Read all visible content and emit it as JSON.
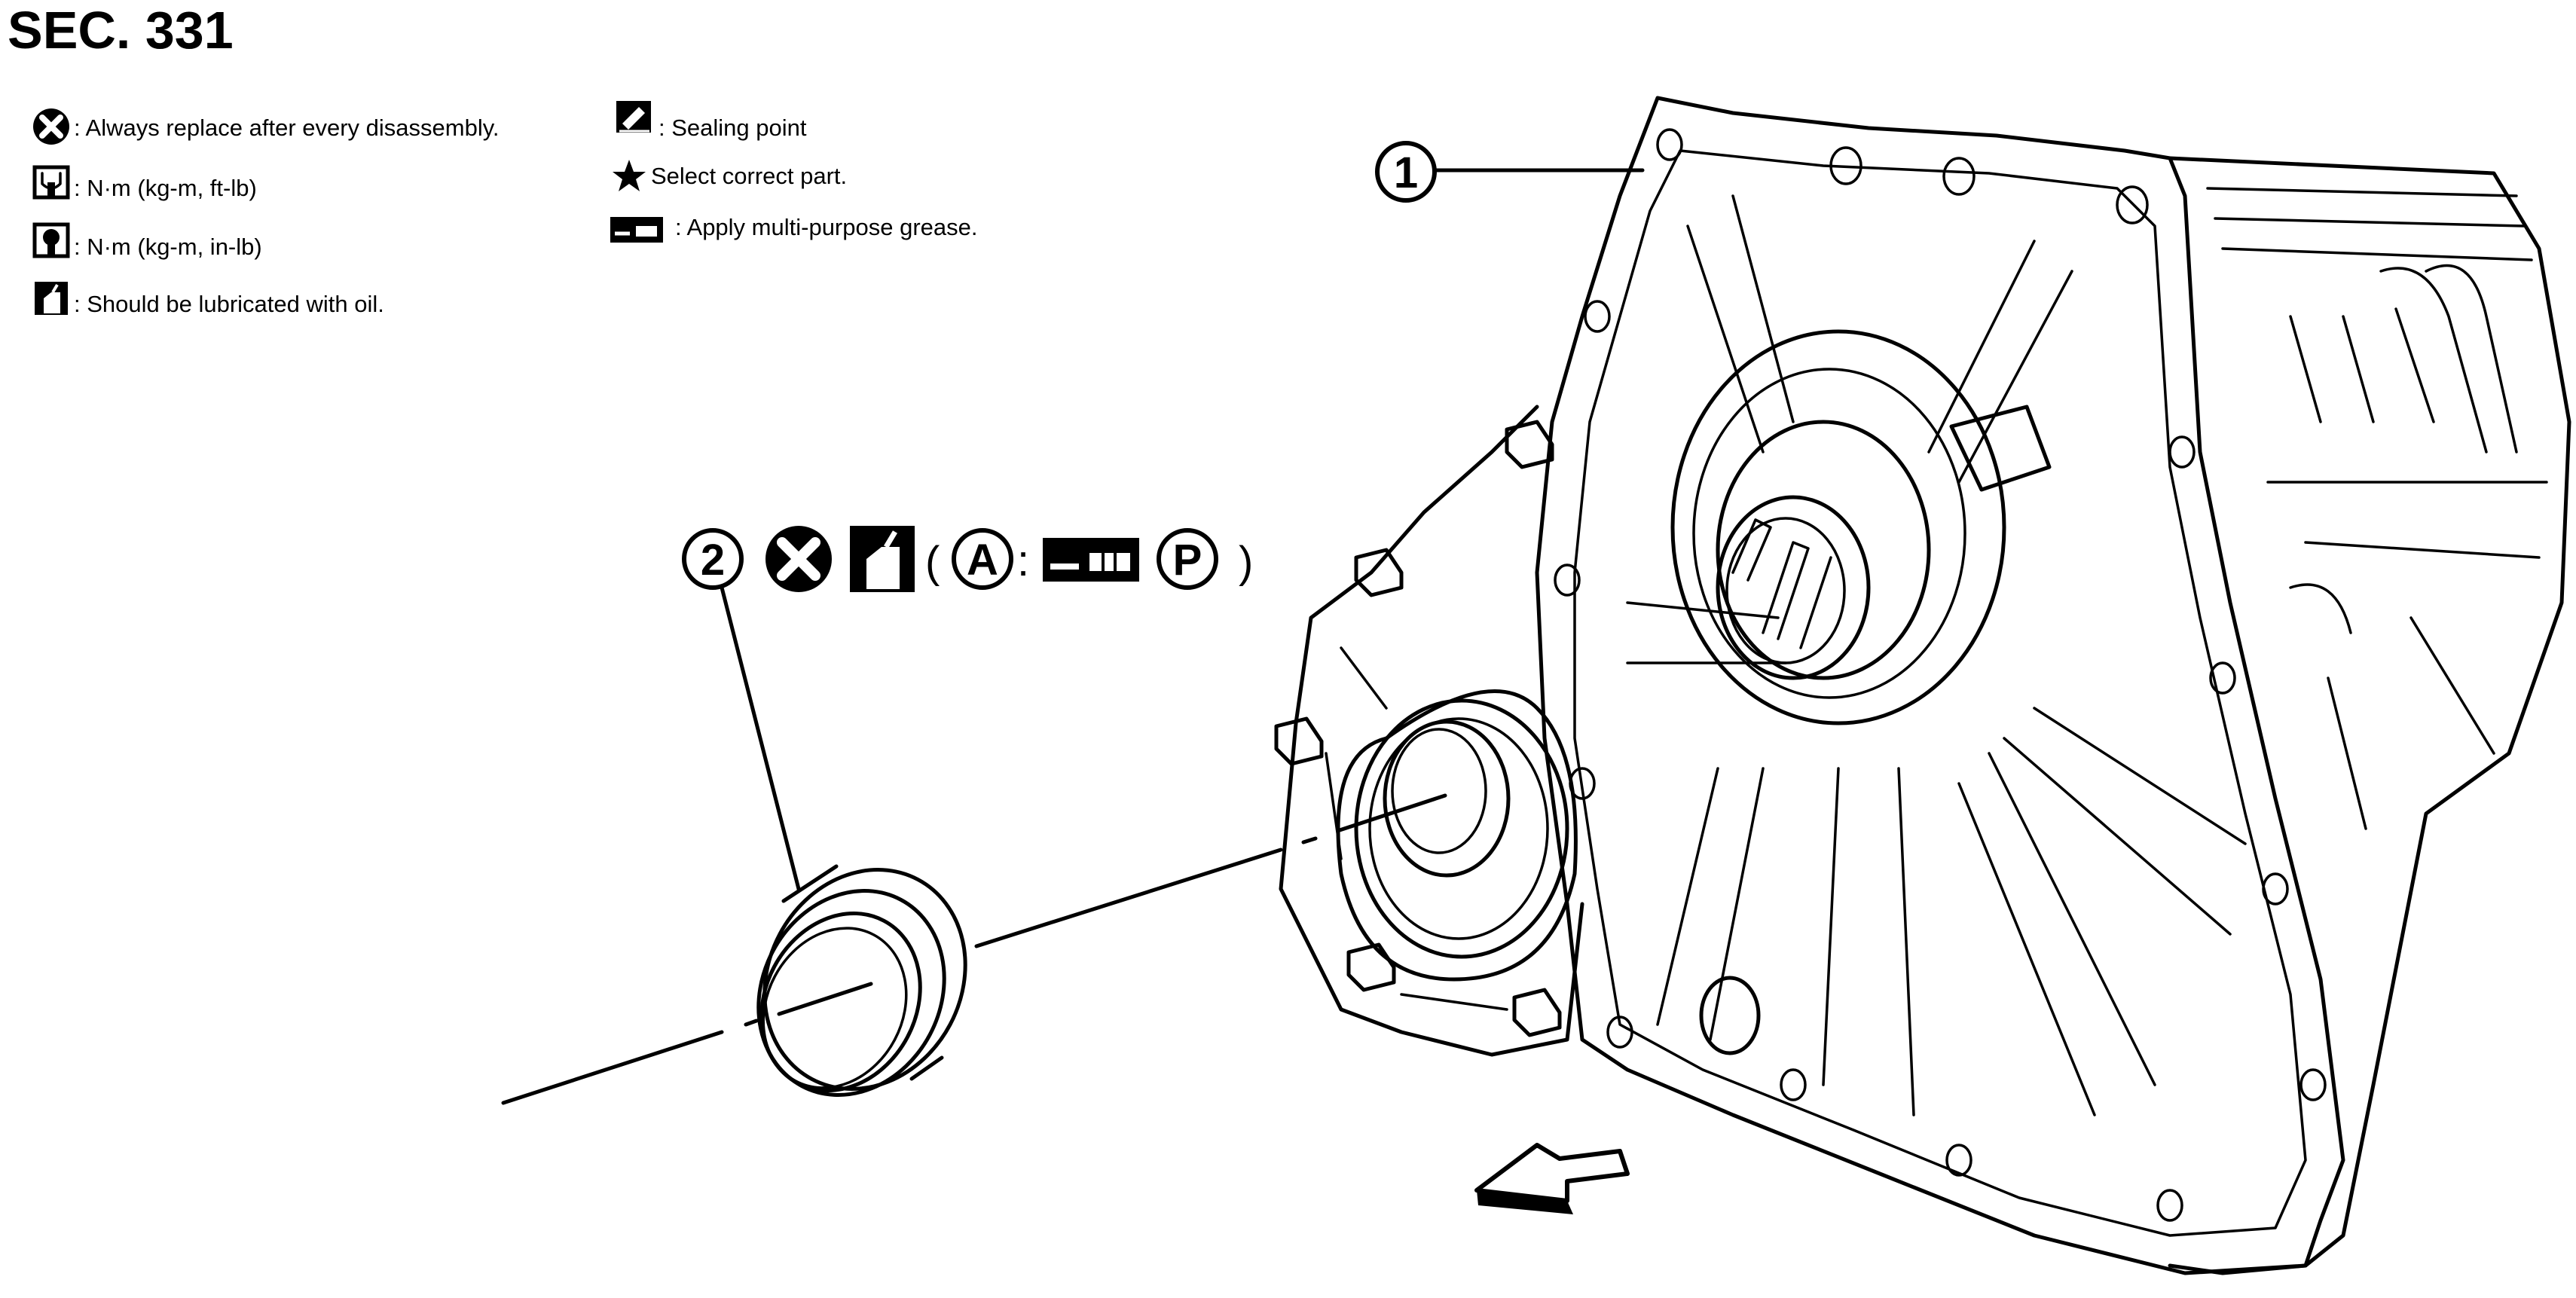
{
  "section_title": "SEC. 331",
  "legend": {
    "always_replace": ": Always replace after every disassembly.",
    "torque_ft_lb": ": N·m (kg-m, ft-lb)",
    "torque_in_lb": ": N·m (kg-m, in-lb)",
    "lubricate_oil": ": Should be lubricated with oil.",
    "sealing_point": ": Sealing point",
    "select_part": "Select correct part.",
    "grease": ": Apply multi-purpose grease."
  },
  "callouts": {
    "part1": "1",
    "part2": "2",
    "point_a": "A",
    "point_p": "P",
    "open_paren": "(",
    "colon": ":",
    "close_paren": ")"
  }
}
